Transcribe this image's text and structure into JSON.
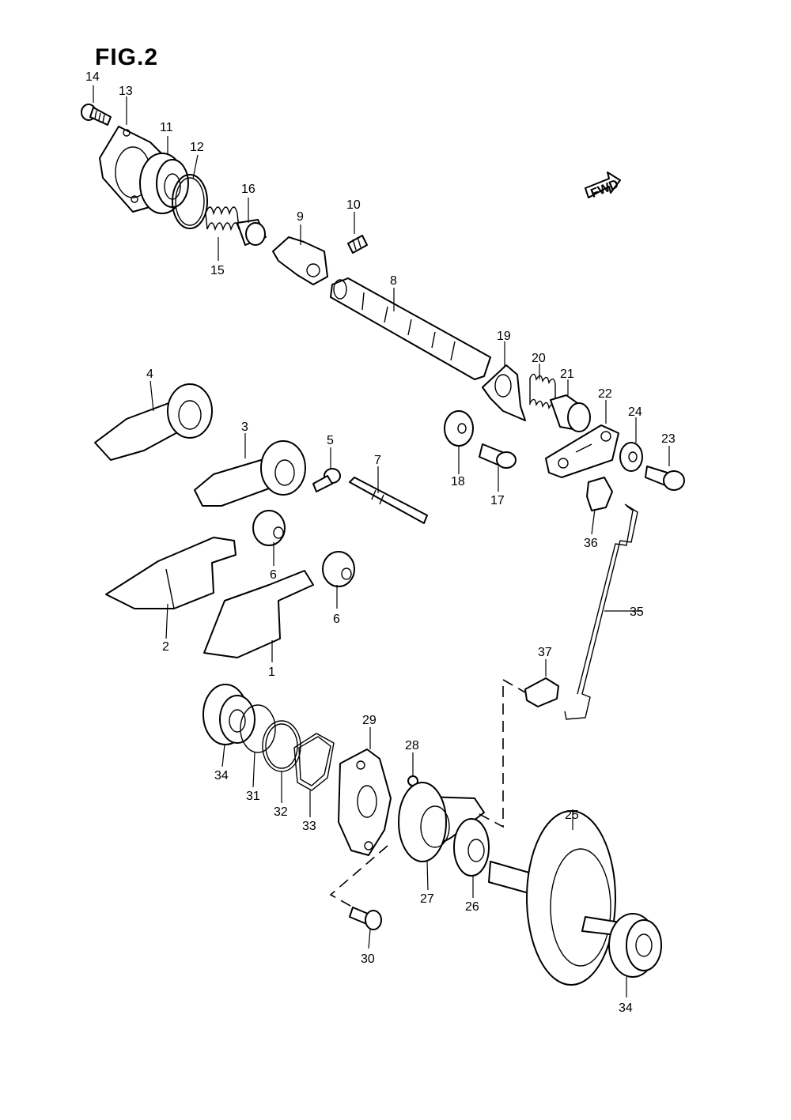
{
  "figure": {
    "title": "FIG.2"
  },
  "fwd_badge": {
    "text": "FWD"
  },
  "callouts": {
    "c1": "1",
    "c2": "2",
    "c3": "3",
    "c4": "4",
    "c5": "5",
    "c6a": "6",
    "c6b": "6",
    "c7": "7",
    "c8": "8",
    "c9": "9",
    "c10": "10",
    "c11": "11",
    "c12": "12",
    "c13": "13",
    "c14": "14",
    "c15": "15",
    "c16": "16",
    "c17": "17",
    "c18": "18",
    "c19": "19",
    "c20": "20",
    "c21": "21",
    "c22": "22",
    "c23": "23",
    "c24": "24",
    "c25": "25",
    "c26": "26",
    "c27": "27",
    "c28": "28",
    "c29": "29",
    "c30": "30",
    "c31": "31",
    "c32": "32",
    "c33": "33",
    "c34a": "34",
    "c34b": "34",
    "c35": "35",
    "c36": "36",
    "c37": "37"
  }
}
